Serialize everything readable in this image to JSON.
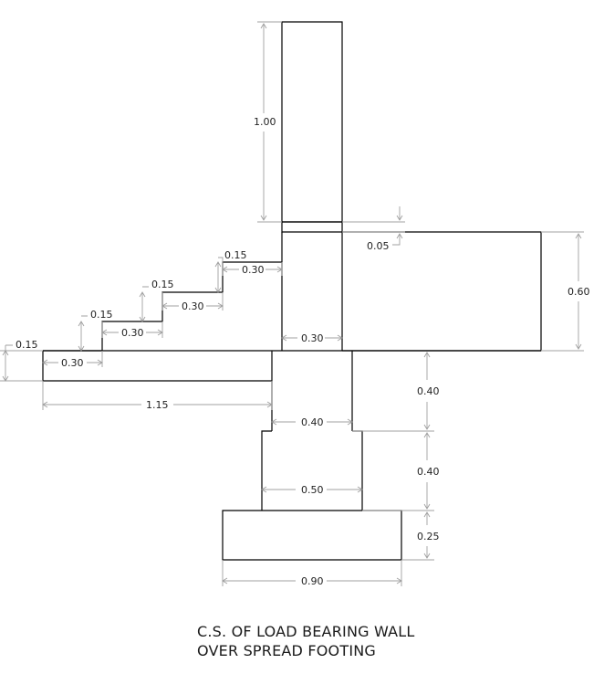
{
  "title": {
    "line1": "C.S. OF LOAD BEARING WALL",
    "line2": "OVER SPREAD FOOTING"
  },
  "dimensions": {
    "wall_height": "1.00",
    "wall_gap": "0.05",
    "slab_depth": "0.60",
    "wall_width": "0.30",
    "step1_rise": "0.15",
    "step1_tread": "0.30",
    "step2_rise": "0.15",
    "step2_tread": "0.30",
    "step3_rise": "0.15",
    "step3_tread": "0.30",
    "bottom_rise": "0.15",
    "bottom_tread": "0.30",
    "landing_length": "1.15",
    "column_height": "0.40",
    "column_width": "0.40",
    "pedestal_height": "0.40",
    "pedestal_width": "0.50",
    "footing_height": "0.25",
    "footing_width": "0.90"
  },
  "colors": {
    "outline": "#000000",
    "dimension": "#a0a0a0",
    "text": "#222222"
  }
}
